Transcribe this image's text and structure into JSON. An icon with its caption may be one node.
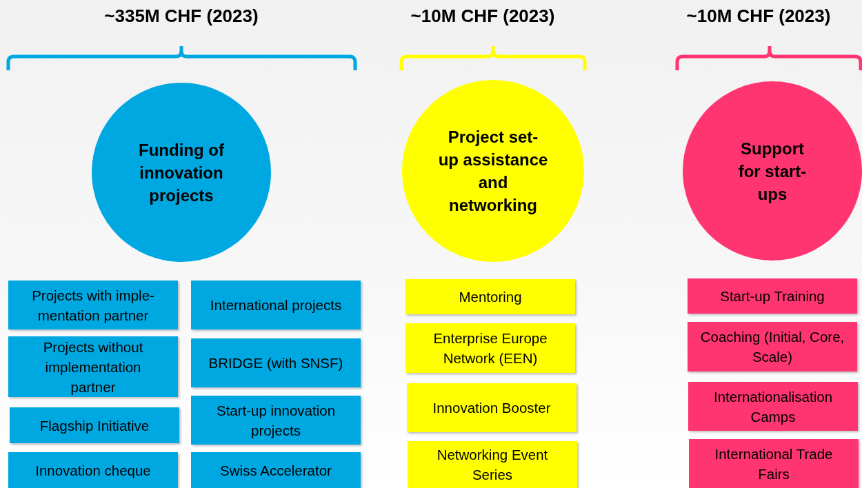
{
  "diagram": {
    "nodes": [
      {
        "text": [
          "Funding of innovation projects"
        ]
      },
      {
        "text": [
          "Projects with imple- mentation partner"
        ]
      },
      {
        "text": [
          "International projects"
        ]
      },
      {
        "text": [
          "Projects without implementation partner"
        ]
      },
      {
        "text": [
          "BRIDGE (with SNSF)"
        ]
      },
      {
        "text": [
          "Flagship Initiative"
        ]
      },
      {
        "text": [
          "Start-up innovation projects"
        ]
      },
      {
        "text": [
          "Innovation cheque"
        ]
      },
      {
        "text": [
          "Swiss Accelerator"
        ]
      },
      {
        "text": [
          "Project set-up assistance and networking"
        ]
      },
      {
        "text": [
          "Mentoring"
        ]
      },
      {
        "text": [
          "Enterprise Europe Network (EEN)"
        ]
      },
      {
        "text": [
          "Innovation Booster"
        ]
      },
      {
        "text": [
          "Networking Event Series"
        ]
      },
      {
        "text": [
          "Support for start- ups"
        ]
      },
      {
        "text": [
          "Start-up Training"
        ]
      },
      {
        "text": [
          "Coaching (Initial, Core, Scale)"
        ]
      },
      {
        "text": [
          "Internationalisation Camps"
        ]
      },
      {
        "text": [
          "International Trade Fairs"
        ]
      }
    ],
    "labels": [
      "~335M CHF (2023)",
      "~10M CHF (2023)",
      "~10M CHF (2023)"
    ]
  }
}
